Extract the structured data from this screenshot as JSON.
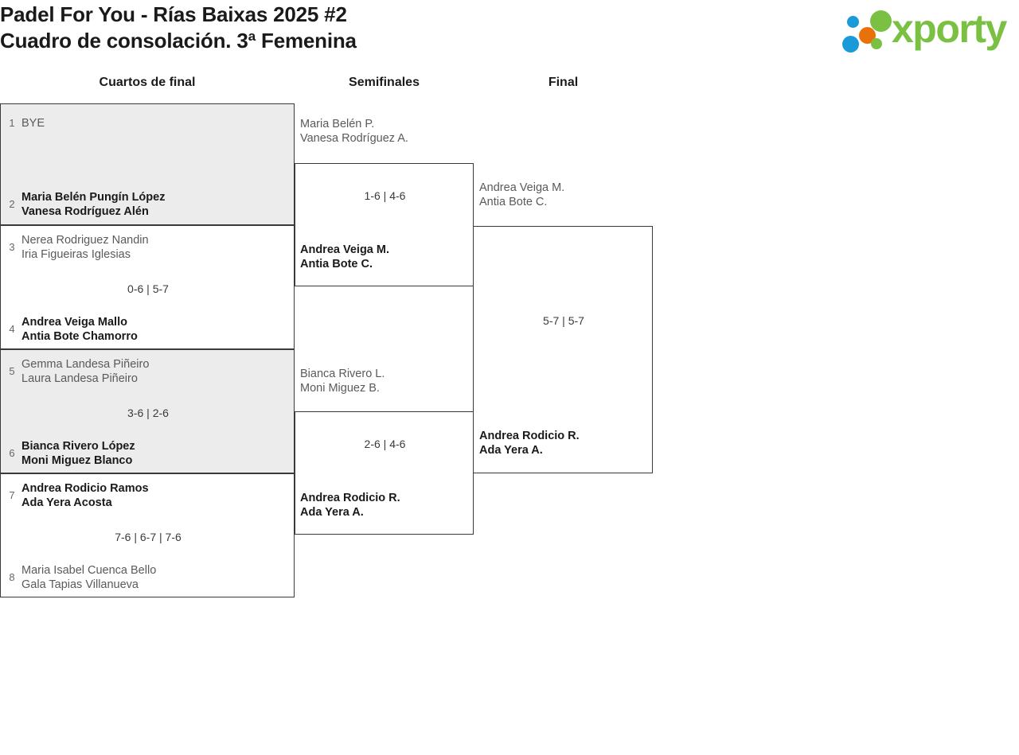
{
  "header": {
    "title_line1": "Padel For You - Rías Baixas 2025 #2",
    "title_line2": "Cuadro de consolación. 3ª Femenina",
    "logo_text": "xporty",
    "logo_colors": {
      "green": "#7ac143",
      "blue": "#1a9ad7",
      "orange": "#e8710a"
    }
  },
  "rounds": [
    {
      "label": "Cuartos de final"
    },
    {
      "label": "Semifinales"
    },
    {
      "label": "Final"
    }
  ],
  "bracket": {
    "round1": [
      {
        "shaded": true,
        "score": "",
        "top": {
          "seed": "1",
          "p1": "BYE",
          "p2": "",
          "status": "bye"
        },
        "bottom": {
          "seed": "2",
          "p1": "Maria Belén Pungín López",
          "p2": "Vanesa Rodríguez Alén",
          "status": "winner"
        }
      },
      {
        "shaded": false,
        "score": "0-6 | 5-7",
        "top": {
          "seed": "3",
          "p1": "Nerea Rodriguez Nandin",
          "p2": "Iria Figueiras Iglesias",
          "status": "loser"
        },
        "bottom": {
          "seed": "4",
          "p1": "Andrea Veiga Mallo",
          "p2": "Antia Bote Chamorro",
          "status": "winner"
        }
      },
      {
        "shaded": true,
        "score": "3-6 | 2-6",
        "top": {
          "seed": "5",
          "p1": "Gemma Landesa Piñeiro",
          "p2": "Laura Landesa Piñeiro",
          "status": "loser"
        },
        "bottom": {
          "seed": "6",
          "p1": "Bianca Rivero López",
          "p2": "Moni Miguez Blanco",
          "status": "winner"
        }
      },
      {
        "shaded": false,
        "score": "7-6 | 6-7 | 7-6",
        "top": {
          "seed": "7",
          "p1": "Andrea Rodicio Ramos",
          "p2": "Ada Yera Acosta",
          "status": "winner"
        },
        "bottom": {
          "seed": "8",
          "p1": "Maria Isabel Cuenca Bello",
          "p2": "Gala Tapias Villanueva",
          "status": "loser"
        }
      }
    ],
    "round2": [
      {
        "score": "1-6 | 4-6",
        "top": {
          "p1": "Maria Belén P.",
          "p2": "Vanesa Rodríguez A.",
          "status": "loser"
        },
        "bottom": {
          "p1": "Andrea Veiga M.",
          "p2": "Antia Bote C.",
          "status": "winner"
        }
      },
      {
        "score": "2-6 | 4-6",
        "top": {
          "p1": "Bianca Rivero L.",
          "p2": "Moni Miguez B.",
          "status": "loser"
        },
        "bottom": {
          "p1": "Andrea Rodicio R.",
          "p2": "Ada Yera A.",
          "status": "winner"
        }
      }
    ],
    "round3": [
      {
        "score": "5-7 | 5-7",
        "top": {
          "p1": "Andrea Veiga M.",
          "p2": "Antia Bote C.",
          "status": "loser"
        },
        "bottom": {
          "p1": "Andrea Rodicio R.",
          "p2": "Ada Yera A.",
          "status": "winner"
        }
      }
    ]
  }
}
